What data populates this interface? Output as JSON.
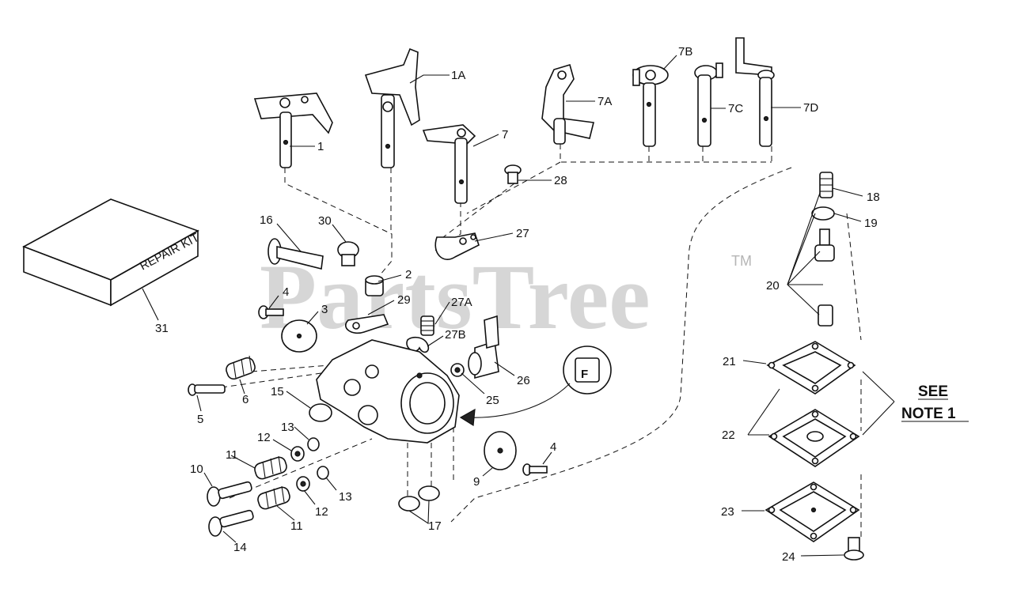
{
  "watermark": {
    "text": "PartsTree",
    "trademark": "TM"
  },
  "repair_kit_text": "REPAIR KIT",
  "callout_letter": "F",
  "note": {
    "line1": "SEE",
    "line2": "NOTE 1"
  },
  "labels": {
    "l1": "1",
    "l1A": "1A",
    "l7": "7",
    "l7A": "7A",
    "l7B": "7B",
    "l7C": "7C",
    "l7D": "7D",
    "l28": "28",
    "l27": "27",
    "l16": "16",
    "l30": "30",
    "l2": "2",
    "l4a": "4",
    "l29": "29",
    "l27A": "27A",
    "l3": "3",
    "l27B": "27B",
    "l26": "26",
    "l25": "25",
    "l15": "15",
    "l5": "5",
    "l6": "6",
    "l13a": "13",
    "l12a": "12",
    "l11a": "11",
    "l10": "10",
    "l12b": "12",
    "l13b": "13",
    "l11b": "11",
    "l14": "14",
    "l9": "9",
    "l4b": "4",
    "l17": "17",
    "l31": "31",
    "l18": "18",
    "l19": "19",
    "l20": "20",
    "l21": "21",
    "l22": "22",
    "l23": "23",
    "l24": "24"
  }
}
